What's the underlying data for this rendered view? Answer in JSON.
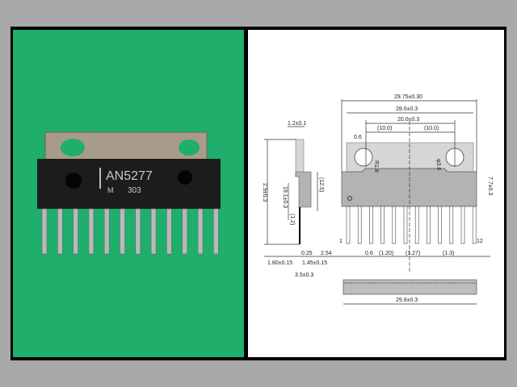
{
  "photo": {
    "part_marking": "AN5277",
    "date_code": "303",
    "pin_count": 12,
    "colors": {
      "background": "#1fae6c",
      "body": "#1c1c1c",
      "tab": "#a89c88"
    }
  },
  "drawing": {
    "dims_top": [
      "29.75±0.30",
      "28.0±0.3",
      "20.0±0.3",
      "(10.0)",
      "(10.0)"
    ],
    "hole_left": {
      "offset": "0.6",
      "radius": "R1.8"
    },
    "hole_right": "φ3.6",
    "side": {
      "thickness": "1.2±0.1",
      "height": "2.9±0.3",
      "body": "19.1±0.3",
      "tab": "(12.5)",
      "lead_bend": "(1.2)"
    },
    "right_height": "7.7±0.3",
    "pin_first": "1",
    "pin_last": "12",
    "bottom": {
      "lead_thk": "0.25",
      "pitch": "2.54",
      "pin_width": "0.6",
      "p1": "(1.20)",
      "p2": "(1.27)",
      "p3": "(1.3)",
      "left_a": "1.80±0.15",
      "left_b": "1.45±0.15",
      "base": "3.5±0.3"
    },
    "bottom_view_length": "29.8±0.3"
  }
}
